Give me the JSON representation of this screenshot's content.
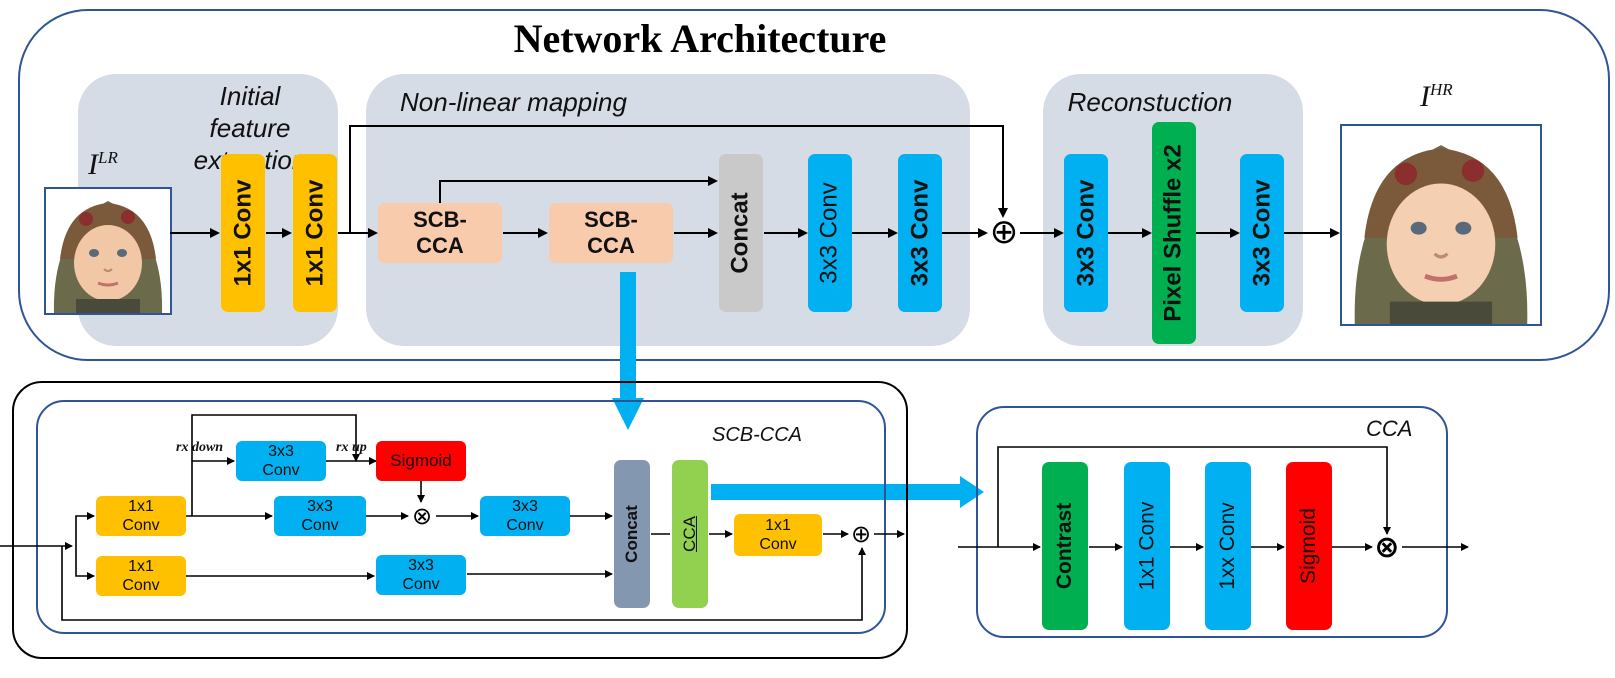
{
  "title": "Network Architecture",
  "sections": {
    "initial": "Initial\nfeature extraction",
    "nonlinear": "Non-linear mapping",
    "reconstruction": "Reconstuction"
  },
  "images": {
    "input_base": "I",
    "input_sup": "LR",
    "output_base": "I",
    "output_sup": "HR"
  },
  "top_blocks": {
    "conv1": "1x1 Conv",
    "conv2": "1x1 Conv",
    "scb1": "SCB-\nCCA",
    "scb2": "SCB-\nCCA",
    "concat": "Concat",
    "conv3": "3x3 Conv",
    "conv4": "3x3 Conv",
    "conv5": "3x3 Conv",
    "pixel_shuffle": "Pixel Shuffle x2",
    "conv6": "3x3 Conv",
    "add": "⊕"
  },
  "scb": {
    "title": "SCB-CCA",
    "conv1a": "1x1\nConv",
    "conv1b": "1x1\nConv",
    "conv_top": "3x3\nConv",
    "sigmoid": "Sigmoid",
    "conv_mid": "3x3\nConv",
    "conv_after": "3x3\nConv",
    "conv_bottom": "3x3\nConv",
    "concat": "Concat",
    "cca": "CCA",
    "conv_out": "1x1\nConv",
    "rx_down": "rx down",
    "rx_up": "rx up",
    "mult": "⊗",
    "add": "⊕"
  },
  "cca": {
    "title": "CCA",
    "contrast": "Contrast",
    "conv1": "1x1 Conv",
    "conv2": "1xx Conv",
    "sigmoid": "Sigmoid",
    "mult": "⊗"
  },
  "colors": {
    "conv_yellow": "#ffc000",
    "conv_blue": "#00b0f0",
    "concat_gray": "#c9c9c9",
    "pixel_green": "#00b050",
    "scb_peach": "#f8cbad",
    "sigmoid_red": "#ff0000",
    "frame_blue": "#2f5597",
    "panel_gray": "#d5dce6",
    "arrow_cyan": "#00b0f0"
  }
}
